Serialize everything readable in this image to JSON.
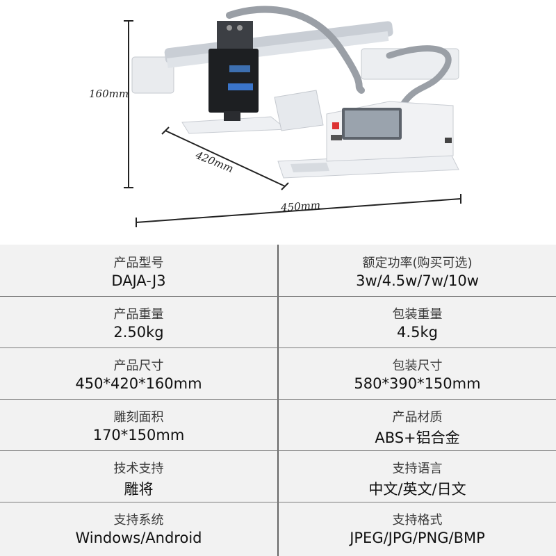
{
  "dimensions": {
    "height": "160mm",
    "depth": "420mm",
    "width": "450mm"
  },
  "specs": [
    {
      "left": {
        "label": "产品型号",
        "value": "DAJA-J3"
      },
      "right": {
        "label": "额定功率(购买可选)",
        "value": "3w/4.5w/7w/10w"
      }
    },
    {
      "left": {
        "label": "产品重量",
        "value": "2.50kg"
      },
      "right": {
        "label": "包装重量",
        "value": "4.5kg"
      }
    },
    {
      "left": {
        "label": "产品尺寸",
        "value": "450*420*160mm"
      },
      "right": {
        "label": "包装尺寸",
        "value": "580*390*150mm"
      }
    },
    {
      "left": {
        "label": "雕刻面积",
        "value": "170*150mm"
      },
      "right": {
        "label": "产品材质",
        "value": "ABS+铝合金"
      }
    },
    {
      "left": {
        "label": "技术支持",
        "value": "雕将"
      },
      "right": {
        "label": "支持语言",
        "value": "中文/英文/日文"
      }
    },
    {
      "left": {
        "label": "支持系统",
        "value": "Windows/Android"
      },
      "right": {
        "label": "支持格式",
        "value": "JPEG/JPG/PNG/BMP"
      }
    }
  ]
}
